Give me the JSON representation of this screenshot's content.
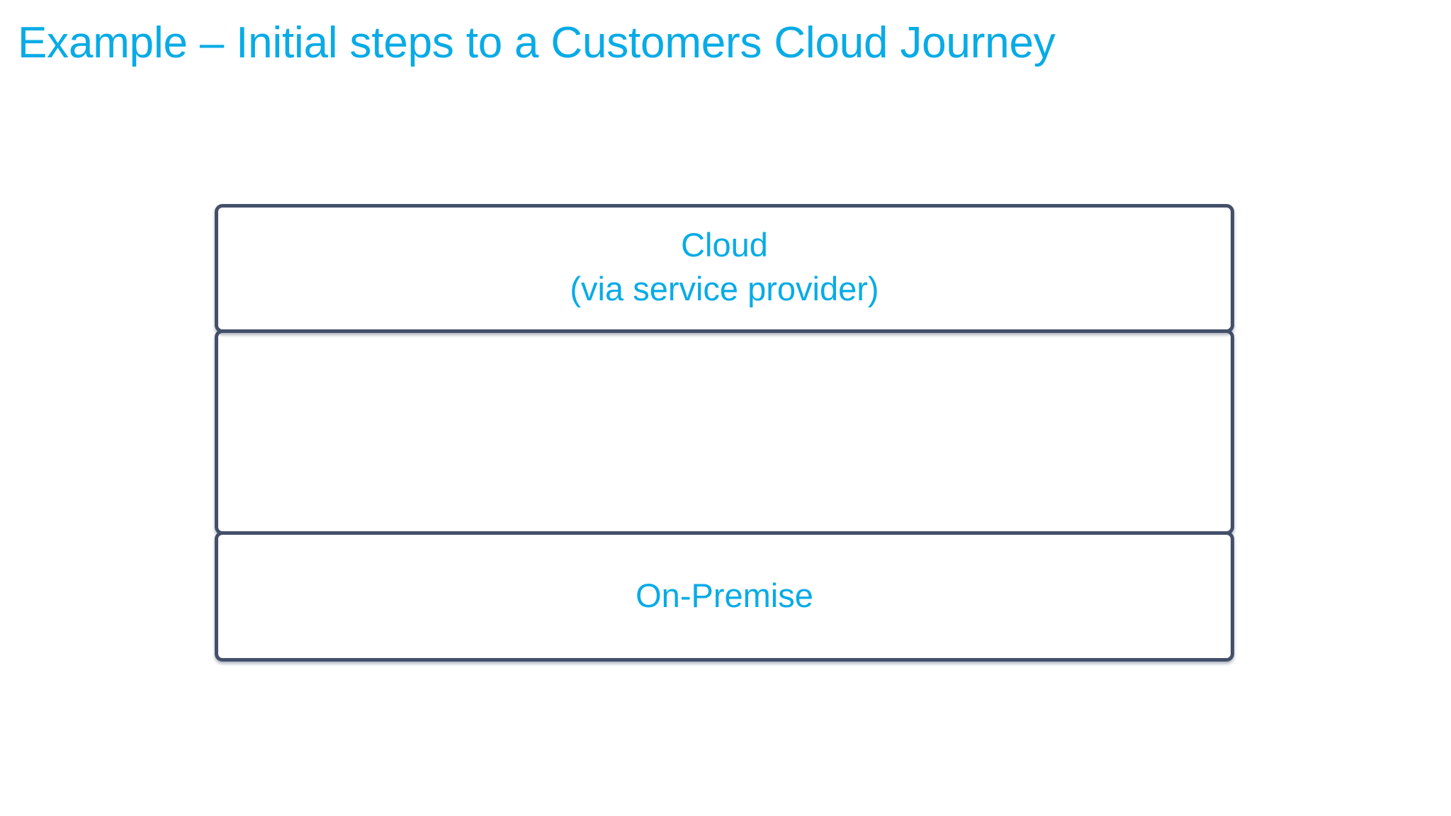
{
  "slide": {
    "title": "Example – Initial steps to a Customers Cloud Journey",
    "background_color": "#FFFFFF",
    "accent_color": "#08ABE6",
    "border_color": "#44506A"
  },
  "diagram": {
    "name": "cloud-journey-layer-stack",
    "layers": [
      {
        "id": "cloud",
        "label": "Cloud\n(via service provider)",
        "line1": "Cloud",
        "line2": "(via service provider)",
        "text_color": "#08ABE6"
      },
      {
        "id": "middle",
        "label": "",
        "text_color": "#08ABE6"
      },
      {
        "id": "on-premise",
        "label": "On-Premise",
        "text_color": "#08ABE6"
      }
    ]
  }
}
